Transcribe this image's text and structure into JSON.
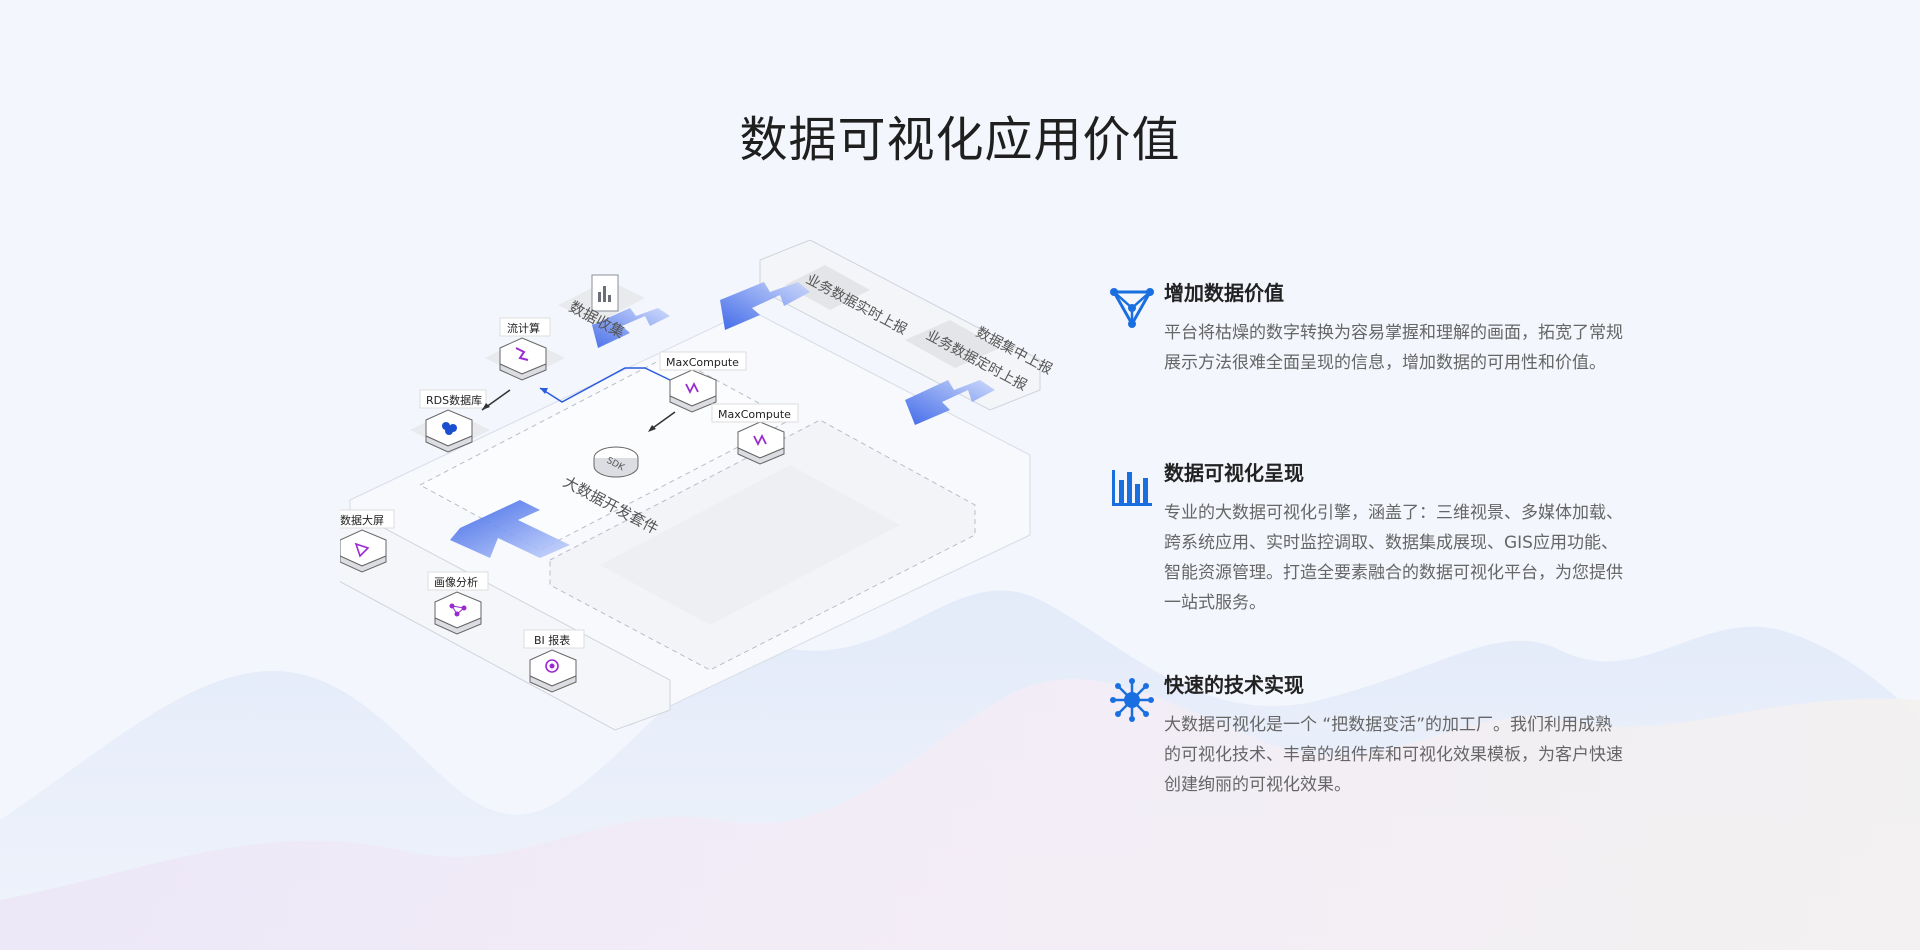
{
  "page": {
    "title": "数据可视化应用价值"
  },
  "diagram": {
    "sources": {
      "realtime": "业务数据实时上报",
      "batch": "业务数据定时上报",
      "central": "数据集中上报"
    },
    "collect": "数据收集",
    "stream": "流计算",
    "rds": "RDS数据库",
    "maxcompute_1": "MaxCompute",
    "maxcompute_2": "MaxCompute",
    "sdk": "SDK",
    "bigdata_suite": "大数据开发套件",
    "screen": "数据大屏",
    "image_analysis": "画像分析",
    "bi_report": "BI 报表"
  },
  "features": [
    {
      "icon": "triangle-network-icon",
      "title": "增加数据价值",
      "desc": "平台将枯燥的数字转换为容易掌握和理解的画面，拓宽了常规展示方法很难全面呈现的信息，增加数据的可用性和价值。"
    },
    {
      "icon": "bar-chart-icon",
      "title": "数据可视化呈现",
      "desc": "专业的大数据可视化引擎，涵盖了：三维视景、多媒体加载、跨系统应用、实时监控调取、数据集成展现、GIS应用功能、智能资源管理。打造全要素融合的数据可视化平台，为您提供一站式服务。"
    },
    {
      "icon": "hub-network-icon",
      "title": "快速的技术实现",
      "desc": "大数据可视化是一个 “把数据变活”的加工厂。我们利用成熟的可视化技术、丰富的组件库和可视化效果模板，为客户快速创建绚丽的可视化效果。"
    }
  ],
  "colors": {
    "accent": "#1a6fe0",
    "icon_purple": "#9a2bd0",
    "arrow_blue": "#3c62e8"
  }
}
